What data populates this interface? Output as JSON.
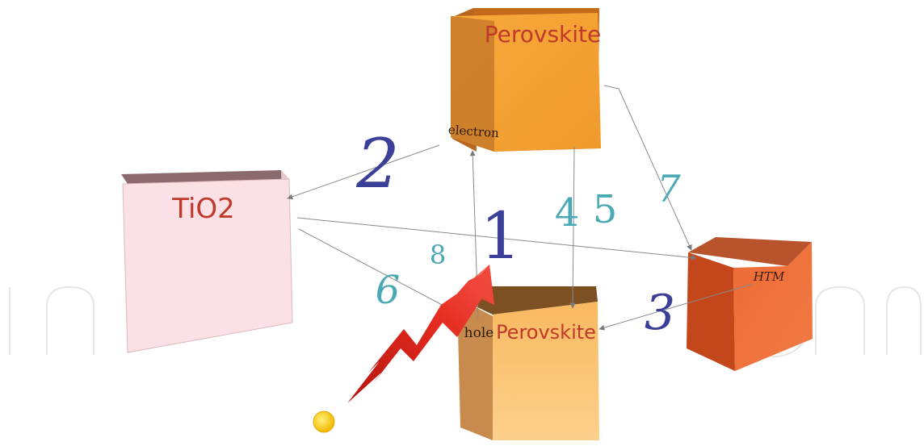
{
  "diagram": {
    "boxes": {
      "tio2": {
        "label": "TiO2"
      },
      "perovskite_top": {
        "label": "Perovskite",
        "sublabel": "electron"
      },
      "perovskite_bottom": {
        "label": "Perovskite",
        "sublabel": "hole"
      },
      "htm": {
        "label": "HTM"
      }
    },
    "step_labels": {
      "s1": "1",
      "s2": "2",
      "s3": "3",
      "s4": "4",
      "s5": "5",
      "s6": "6",
      "s7": "7",
      "s8": "8"
    },
    "colors": {
      "label_red": "#c0392b",
      "number_blue": "#3a3f97",
      "number_teal": "#4aa9b5"
    }
  }
}
